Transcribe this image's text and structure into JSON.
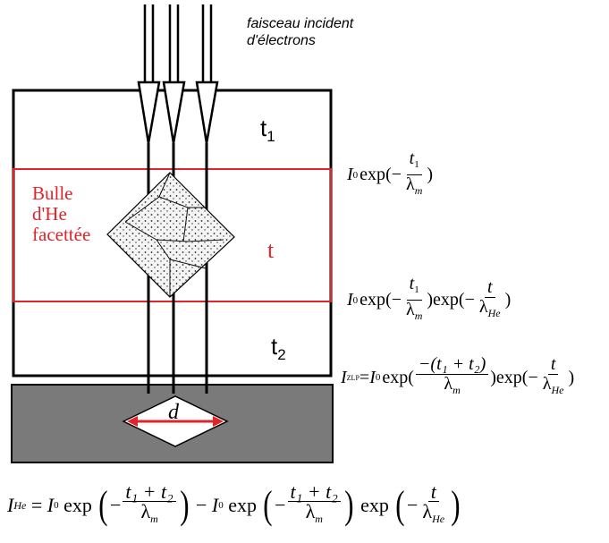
{
  "beam_caption": {
    "line1": "faisceau incident",
    "line2": "d'électrons"
  },
  "thickness": {
    "t1": {
      "base": "t",
      "sub": "1"
    },
    "t2": {
      "base": "t",
      "sub": "2"
    },
    "t": "t"
  },
  "bubble_label": {
    "line1": "Bulle",
    "line2": "d'He",
    "line3": "facettée"
  },
  "d_label": "d",
  "eq1": {
    "I": "I",
    "I_sub": "0",
    "exp": "exp",
    "open": "(−",
    "num": "t",
    "num_sub": "1",
    "den": "λ",
    "den_sub": "m",
    "close": ")"
  },
  "eq2": {
    "I": "I",
    "I_sub": "0",
    "exp": "exp",
    "open": "(−",
    "num1": "t",
    "num1_sub": "1",
    "den1": "λ",
    "den1_sub": "m",
    "mid": ")exp(−",
    "num2": "t",
    "den2": "λ",
    "den2_sub": "He",
    "close": ")"
  },
  "eq3": {
    "lhs": "I",
    "lhs_sub": "ZLP",
    "eq": "= ",
    "I": "I",
    "I_sub": "0",
    "exp": "exp",
    "open": "(",
    "num": "−(t₁ + t₂)",
    "den": "λ",
    "den_sub": "m",
    "mid": ")exp(−",
    "num2": "t",
    "den2": "λ",
    "den2_sub": "He",
    "close": ")"
  },
  "main_eq": {
    "lhs": "I",
    "lhs_sub": "He",
    "eq": " = ",
    "I0": "I",
    "I0_sub": "0",
    "exp": " exp ",
    "minus": "−",
    "num": "t₁ + t₂",
    "den": "λ",
    "den_sub": "m",
    "op": " − ",
    "exp2": " exp ",
    "num3": "t",
    "den3": "λ",
    "den3_sub": "He"
  },
  "colors": {
    "red_box": "#e0242a",
    "substrate": "#7a7a7a",
    "lines": "#000000"
  }
}
